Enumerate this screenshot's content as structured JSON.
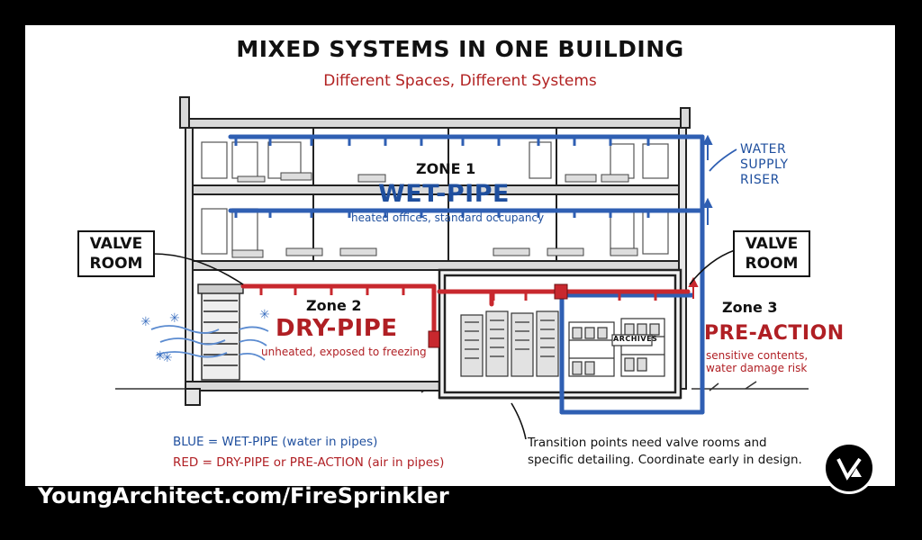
{
  "header": {
    "title": "MIXED SYSTEMS IN ONE BUILDING",
    "subtitle": "Different Spaces, Different Systems"
  },
  "zone1": {
    "label": "ZONE 1",
    "system": "WET-PIPE",
    "description": "heated offices, standard occupancy"
  },
  "zone2": {
    "label": "Zone 2",
    "system": "DRY-PIPE",
    "description": "unheated, exposed to freezing"
  },
  "zone3": {
    "label": "Zone 3",
    "system": "PRE-ACTION",
    "description_line1": "sensitive contents,",
    "description_line2": "water damage risk"
  },
  "callouts": {
    "valve_room_left_line1": "VALVE",
    "valve_room_left_line2": "ROOM",
    "valve_room_right_line1": "VALVE",
    "valve_room_right_line2": "ROOM",
    "riser_line1": "WATER",
    "riser_line2": "SUPPLY",
    "riser_line3": "RISER",
    "archives_label": "ARCHIVES"
  },
  "legend": {
    "blue": "BLUE = WET-PIPE (water in pipes)",
    "red": "RED = DRY-PIPE or PRE-ACTION (air in pipes)"
  },
  "note": {
    "line1": "Transition points need valve rooms and",
    "line2": "specific detailing. Coordinate early in design."
  },
  "footer": {
    "url": "YoungArchitect.com/FireSprinkler"
  },
  "colors": {
    "wet_pipe": "#2f5fb3",
    "dry_pipe": "#c8282e",
    "ink": "#111111",
    "frame": "#000000"
  },
  "icons": {
    "logo": "young-architect-logo",
    "snowflake": "snowflake-icon"
  }
}
